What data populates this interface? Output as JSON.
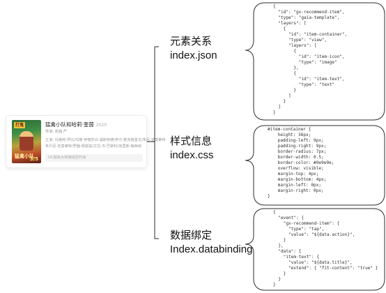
{
  "card": {
    "poster_tag": "打鬼",
    "poster_title": "猛禽小队",
    "poster_sub": "3/5",
    "title": "猛禽小队和哈莉·奎茵",
    "year": "2020",
    "director": "导演: 凯茜·严",
    "cast_line1": "主演: 玛格特·罗比/玛丽·伊丽莎白·温斯特德/伊万·麦克格雷戈/朱尼·史莫莱特",
    "cast_line2": "朱尔尼·史莫莱特/罗茜·佩雷兹/艾拉·杰·巴斯科/克里斯·梅西纳",
    "tag": "DC超级女英雄组团开战"
  },
  "sections": [
    {
      "title": "元素关系",
      "file": "index.json"
    },
    {
      "title": "样式信息",
      "file": "index.css"
    },
    {
      "title": "数据绑定",
      "file": "Index.databinding"
    }
  ],
  "code_json": "{\n  \"id\": \"gx-recommend-item\",\n  \"type\": \"gaia-template\",\n  \"layers\": [\n    {\n      \"id\": \"item-container\",\n      \"type\": \"view\",\n      \"layers\": [\n        {\n          \"id\": \"item-icon\",\n          \"type\": \"image\"\n        },\n        {\n          \"id\": \"item-text\",\n          \"type\": \"text\"\n        }\n      ]\n    }\n  ]\n}",
  "code_css": "#item-container {\n    height: 36px;\n    padding-left: 9px;\n    padding-right: 9px;\n    border-radius: 7px;\n    border-width: 0.5;\n    border-color: #9e9e9e;\n    overflow: visible;\n    margin-top: 4px;\n    margin-bottom: 4px;\n    margin-left: 0px;\n    margin-right: 0px;\n}",
  "code_binding": "{\n  \"event\": {\n    \"gx-recommend-item\": {\n      \"type\": \"tap\",\n      \"value\": \"${data.action}\",\n    }\n  },\n  \"data\": {\n    \"item-text\": {\n      \"value\": \"${data.title}\",\n      \"extend\": { \"fit-content\": \"true\" }\n    }\n  }\n}"
}
